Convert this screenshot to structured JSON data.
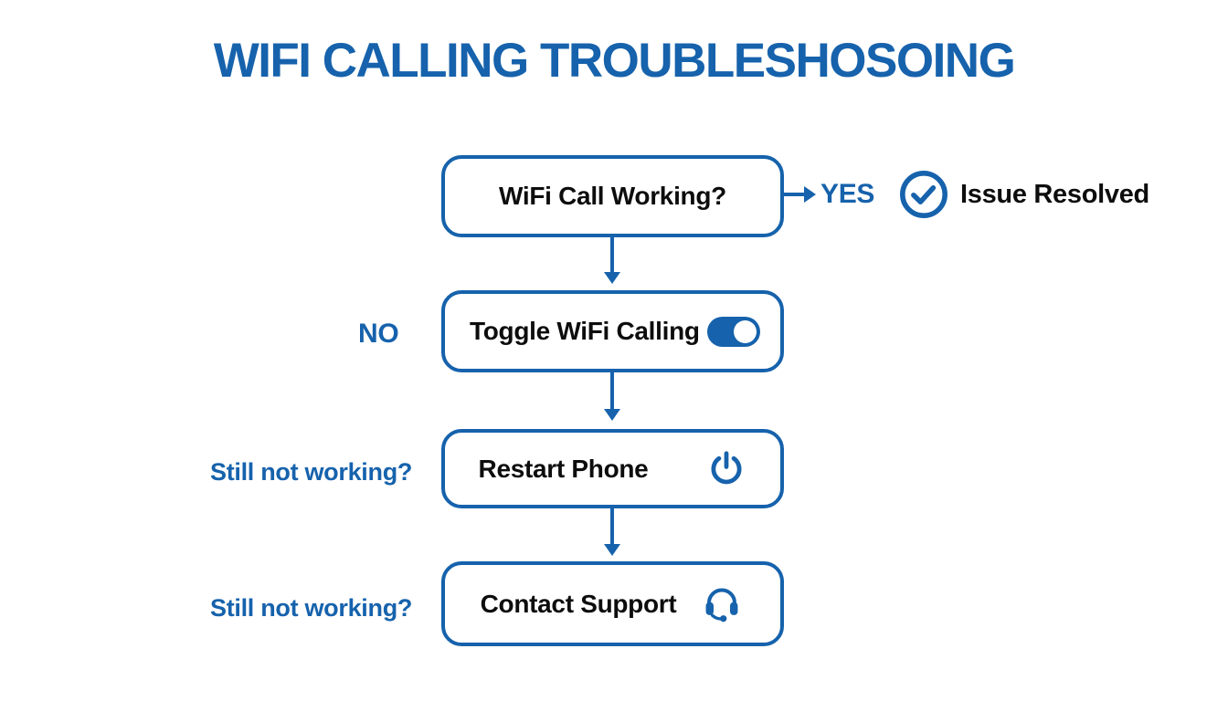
{
  "colors": {
    "accent": "#1662ac",
    "ink": "#0d0d0d",
    "background": "#ffffff"
  },
  "title": "WIFI CALLING TROUBLESHOSOING",
  "flowchart": {
    "nodes": [
      {
        "label": "WiFi Call Working?"
      },
      {
        "label": "Toggle WiFi Calling",
        "icon": "toggle-on-icon",
        "toggle_state": "on"
      },
      {
        "label": "Restart Phone",
        "icon": "power-icon"
      },
      {
        "label": "Contact Support",
        "icon": "headset-icon"
      }
    ],
    "yes_branch": {
      "arrow_label": "YES",
      "icon": "check-circle-icon",
      "result_label": "Issue Resolved"
    },
    "edge_labels": [
      {
        "label": "NO"
      },
      {
        "label": "Still not working?"
      },
      {
        "label": "Still not working?"
      }
    ]
  }
}
